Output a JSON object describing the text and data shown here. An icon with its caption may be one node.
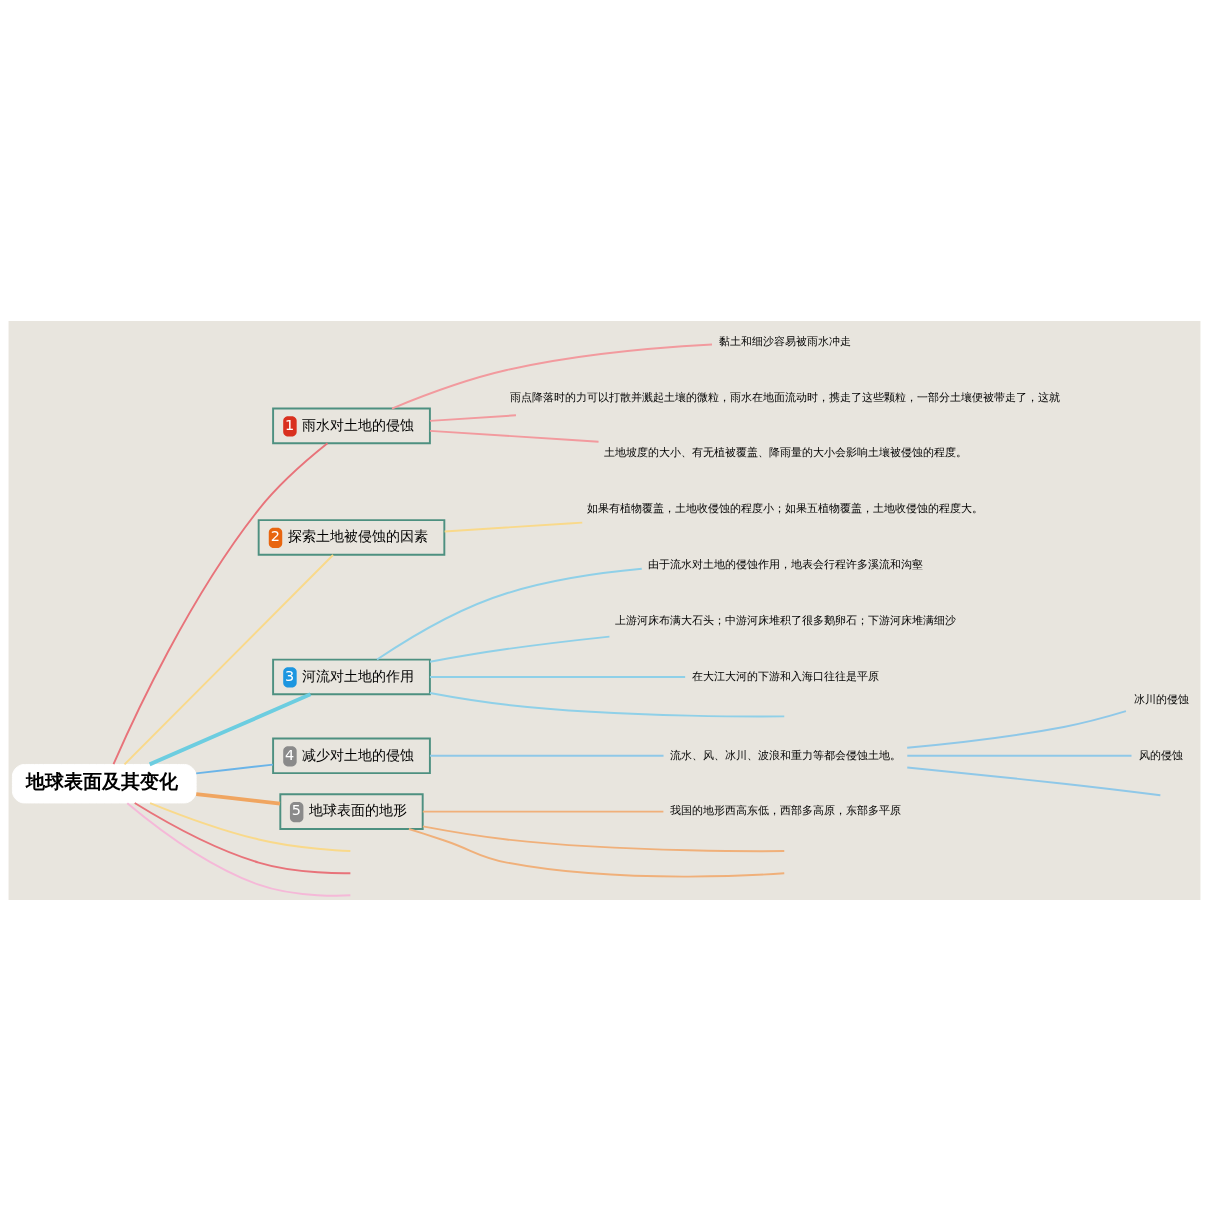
{
  "diagram": {
    "nodes": [
      {
        "text": [
          "地球表面及其变化"
        ]
      },
      {
        "text": [
          "1",
          "雨水对土地的侵蚀"
        ]
      },
      {
        "text": [
          "黏土和细沙容易被雨水冲走"
        ]
      },
      {
        "text": [
          "雨点降落时的力可以打散并溅起土壤的微粒，雨水在地面流动时，携走了这些颗粒，一部分土壤便被带走了，这就"
        ]
      },
      {
        "text": [
          "土地坡度的大小、有无植被覆盖、降雨量的大小会影响土壤被侵蚀的程度。"
        ]
      },
      {
        "text": [
          "2",
          "探索土地被侵蚀的因素"
        ]
      },
      {
        "text": [
          "如果有植物覆盖，土地收侵蚀的程度小；如果五植物覆盖，土地收侵蚀的程度大。"
        ]
      },
      {
        "text": [
          "3",
          "河流对土地的作用"
        ]
      },
      {
        "text": [
          "由于流水对土地的侵蚀作用，地表会行程许多溪流和沟壑"
        ]
      },
      {
        "text": [
          "上游河床布满大石头；中游河床堆积了很多鹅卵石；下游河床堆满细沙"
        ]
      },
      {
        "text": [
          "在大江大河的下游和入海口往往是平原"
        ]
      },
      {
        "text": [
          "4",
          "减少对土地的侵蚀"
        ]
      },
      {
        "text": [
          "流水、风、冰川、波浪和重力等都会侵蚀土地。"
        ]
      },
      {
        "text": [
          "冰川的侵蚀"
        ]
      },
      {
        "text": [
          "风的侵蚀"
        ]
      },
      {
        "text": [
          "5",
          "地球表面的地形"
        ]
      },
      {
        "text": [
          "我国的地形西高东低，西部多高原，东部多平原"
        ]
      }
    ],
    "edges": [
      {
        "from": 0,
        "to": 1,
        "arrow": "none",
        "color": "#e8737a"
      },
      {
        "from": 0,
        "to": 5,
        "arrow": "none",
        "color": "#f9d98a"
      },
      {
        "from": 0,
        "to": 7,
        "arrow": "none",
        "style": "thick",
        "color": "#6ccde0"
      },
      {
        "from": 0,
        "to": 11,
        "arrow": "none",
        "color": "#6ab4e8"
      },
      {
        "from": 0,
        "to": 15,
        "arrow": "none",
        "style": "thick",
        "color": "#f0a560"
      },
      {
        "from": 0,
        "to": null,
        "arrow": "none",
        "color": "#f5b8d8"
      },
      {
        "from": 0,
        "to": null,
        "arrow": "none",
        "color": "#e8737a"
      },
      {
        "from": 0,
        "to": null,
        "arrow": "none",
        "color": "#f9d98a"
      },
      {
        "from": 1,
        "to": 2,
        "arrow": "none",
        "color": "#f29a9e"
      },
      {
        "from": 1,
        "to": 3,
        "arrow": "none",
        "color": "#f29a9e"
      },
      {
        "from": 1,
        "to": 4,
        "arrow": "none",
        "color": "#f29a9e"
      },
      {
        "from": 5,
        "to": 6,
        "arrow": "none",
        "color": "#f9d98a"
      },
      {
        "from": 7,
        "to": 8,
        "arrow": "none",
        "color": "#8fd0e8"
      },
      {
        "from": 7,
        "to": 9,
        "arrow": "none",
        "color": "#8fd0e8"
      },
      {
        "from": 7,
        "to": 10,
        "arrow": "none",
        "color": "#8fd0e8"
      },
      {
        "from": 7,
        "to": null,
        "arrow": "none",
        "color": "#8fd0e8"
      },
      {
        "from": 11,
        "to": 12,
        "arrow": "none",
        "color": "#8fc8e8"
      },
      {
        "from": 12,
        "to": 13,
        "arrow": "none",
        "color": "#8fc8e8"
      },
      {
        "from": 12,
        "to": 14,
        "arrow": "none",
        "color": "#8fc8e8"
      },
      {
        "from": 12,
        "to": null,
        "arrow": "none",
        "color": "#8fc8e8"
      },
      {
        "from": 15,
        "to": 16,
        "arrow": "none",
        "color": "#f0b07a"
      },
      {
        "from": 15,
        "to": null,
        "arrow": "none",
        "color": "#f0b07a"
      },
      {
        "from": 15,
        "to": null,
        "arrow": "none",
        "color": "#f0b07a"
      }
    ]
  }
}
